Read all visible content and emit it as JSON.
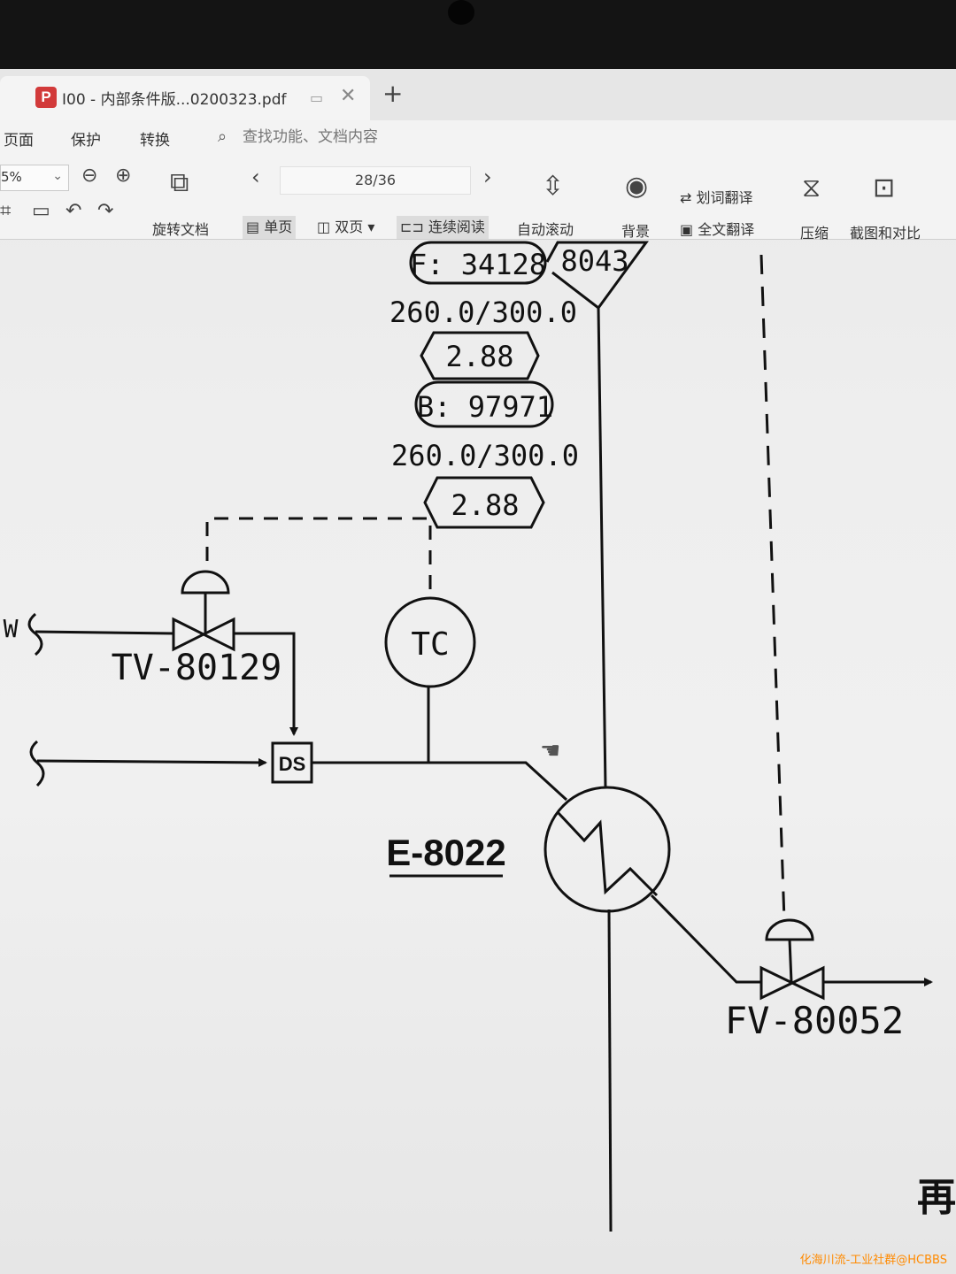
{
  "tab": {
    "title": "I00 - 内部条件版...0200323.pdf",
    "close": "✕",
    "new": "+"
  },
  "menu": {
    "page": "页面",
    "protect": "保护",
    "convert": "转换"
  },
  "search": {
    "placeholder": "查找功能、文档内容"
  },
  "toolbar": {
    "zoom": "5%",
    "rotate": "旋转文档",
    "page_indicator": "28/36",
    "single_page": "单页",
    "double_page": "双页",
    "continuous": "连续阅读",
    "auto_scroll": "自动滚动",
    "background": "背景",
    "word_translate": "划词翻译",
    "full_translate": "全文翻译",
    "compress": "压缩",
    "screenshot_compare": "截图和对比"
  },
  "drawing": {
    "tag_f": "F: 34128",
    "tag_top_right": "8043",
    "range_1": "260.0/300.0",
    "value_1": "2.88",
    "tag_b": "B: 97971",
    "range_2": "260.0/300.0",
    "value_2": "2.88",
    "left_stream_label": "W",
    "valve_tv": "TV-80129",
    "controller_tc": "TC",
    "ds_box": "DS",
    "exchanger": "E-8022",
    "valve_fv": "FV-80052",
    "corner_char": "再"
  },
  "watermark": "化海川流-工业社群@HCBBS"
}
